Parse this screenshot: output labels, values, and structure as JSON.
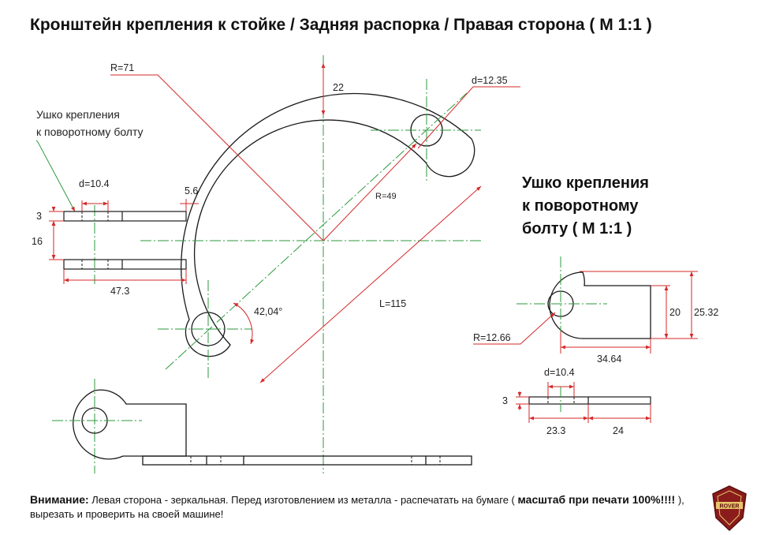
{
  "title": "Кронштейн крепления к стойке / Задняя распорка / Правая сторона ( М 1:1 )",
  "detail_title": {
    "line1": "Ушко крепления",
    "line2": "к поворотному",
    "line3": "болту ( М 1:1 )"
  },
  "callout": {
    "line1": "Ушко крепления",
    "line2": "к поворотному болту"
  },
  "dimensions": {
    "r71": "R=71",
    "d1235": "d=12.35",
    "w22": "22",
    "r49": "R=49",
    "l115": "L=115",
    "angle": "42,04°",
    "d104_left": "d=10.4",
    "t56": "5.6",
    "t3_left": "3",
    "g16": "16",
    "l473": "47.3",
    "r1266": "R=12.66",
    "h20": "20",
    "h2532": "25.32",
    "l3464": "34.64",
    "d104_right": "d=10.4",
    "t3_right": "3",
    "l233": "23.3",
    "l24": "24"
  },
  "note": {
    "label": "Внимание:",
    "text1": " Левая сторона - зеркальная.  Перед изготовлением из металла - распечатать на бумаге ( ",
    "bold": "масштаб при печати 100%!!!!",
    "text2": " ),",
    "line2": "вырезать и проверить  на своей машине!"
  },
  "logo": {
    "label": "ROVER",
    "color": "#8a1c1c"
  },
  "colors": {
    "outline": "#1a1a1a",
    "dimension": "#d42a2a",
    "centerline": "#2e9a3e"
  }
}
